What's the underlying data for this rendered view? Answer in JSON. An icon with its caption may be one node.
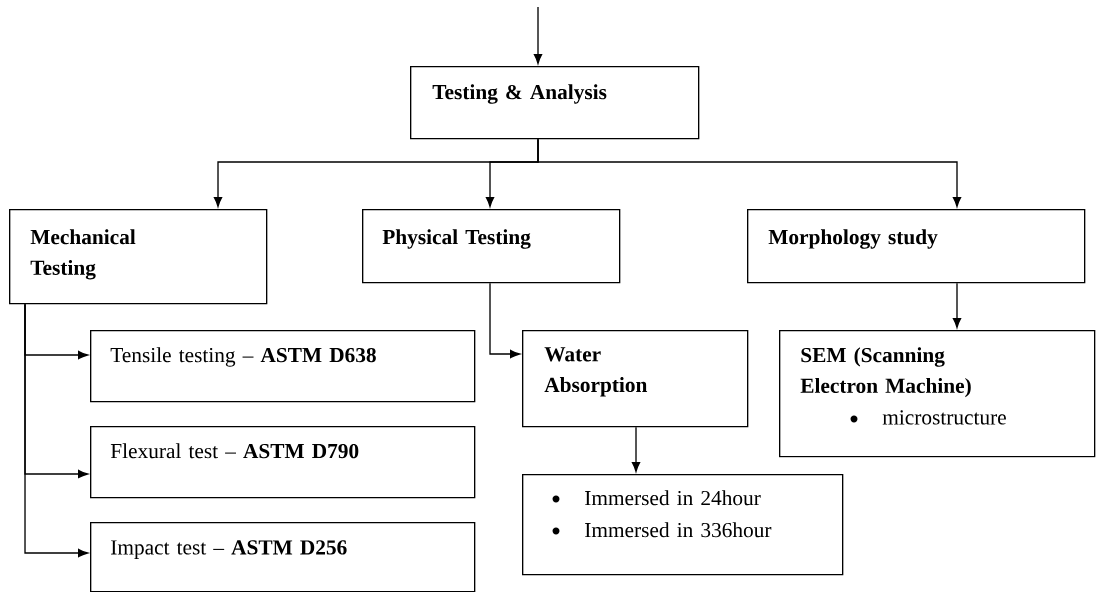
{
  "diagram": {
    "nodes": [
      {
        "text": [
          "Testing & Analysis"
        ]
      },
      {
        "text": [
          "Mechanical Testing"
        ]
      },
      {
        "text": [
          "Physical Testing"
        ]
      },
      {
        "text": [
          "Morphology study"
        ]
      },
      {
        "text": [
          "Tensile testing – **ASTM D638**"
        ]
      },
      {
        "text": [
          "Flexural test – **ASTM D790**"
        ]
      },
      {
        "text": [
          "Impact test – **ASTM D256**"
        ]
      },
      {
        "text": [
          "Water Absorption"
        ]
      },
      {
        "text": [
          "Immersed in 24hour",
          "Immersed in 336hour"
        ]
      },
      {
        "text": [
          "SEM (Scanning Electron Machine)",
          "microstructure"
        ]
      }
    ],
    "edges": [
      {
        "from": null,
        "to": 0,
        "arrow": "to"
      },
      {
        "from": 0,
        "to": 1,
        "arrow": "to"
      },
      {
        "from": 0,
        "to": 2,
        "arrow": "to"
      },
      {
        "from": 0,
        "to": 3,
        "arrow": "to"
      },
      {
        "from": 1,
        "to": 4,
        "arrow": "to"
      },
      {
        "from": 1,
        "to": 5,
        "arrow": "to"
      },
      {
        "from": 1,
        "to": 6,
        "arrow": "to"
      },
      {
        "from": 2,
        "to": 7,
        "arrow": "to"
      },
      {
        "from": 7,
        "to": 8,
        "arrow": "to"
      },
      {
        "from": 3,
        "to": 9,
        "arrow": "to"
      }
    ]
  }
}
